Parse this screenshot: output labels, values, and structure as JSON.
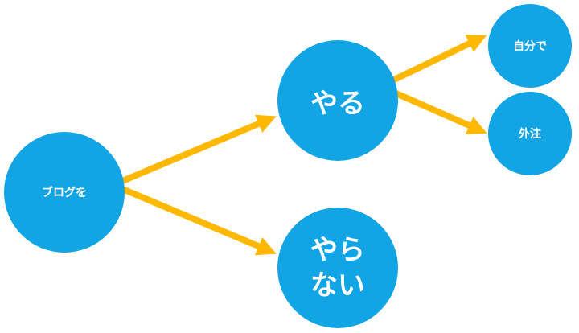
{
  "colors": {
    "node_fill": "#12A5E6",
    "arrow": "#FFB800",
    "text": "#FFFFFF",
    "background": "#FFFFFF"
  },
  "nodes": {
    "blog": "ブログを",
    "yaru": "やる",
    "yaranai": "やら\nない",
    "jibun": "自分で",
    "gaichu": "外注"
  }
}
